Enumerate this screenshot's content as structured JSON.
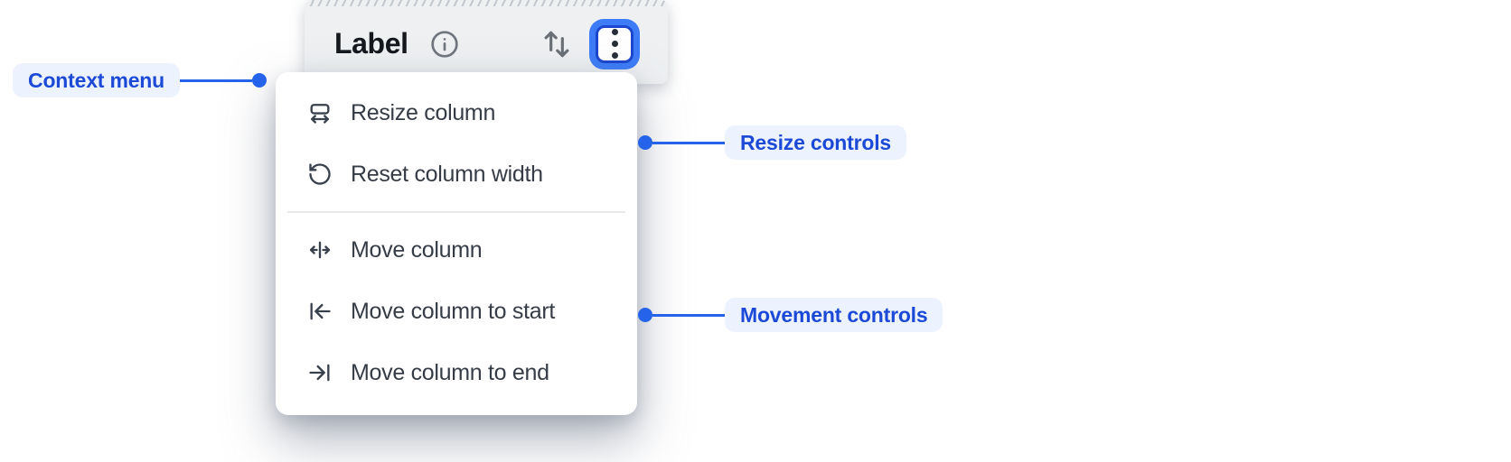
{
  "header": {
    "label": "Label",
    "info_icon": "info-circle",
    "sort_icon": "arrow-up-down",
    "menu_trigger_icon": "kebab-vertical-dots",
    "menu_trigger_state": "focused"
  },
  "menu": {
    "items": [
      {
        "icon": "resize-column-icon",
        "label": "Resize column"
      },
      {
        "icon": "rotate-ccw-icon",
        "label": "Reset column width"
      },
      {
        "icon": "move-horizontal-icon",
        "label": "Move column"
      },
      {
        "icon": "move-to-start-icon",
        "label": "Move column to start"
      },
      {
        "icon": "move-to-end-icon",
        "label": "Move column to end"
      }
    ],
    "divider_after_index": 1
  },
  "annotations": [
    {
      "label": "Context menu",
      "side": "left"
    },
    {
      "label": "Resize controls",
      "side": "right"
    },
    {
      "label": "Movement controls",
      "side": "right"
    }
  ],
  "colors": {
    "header_bg": "#eef0f2",
    "focus_ring_blue": "#3e7cf7",
    "focus_border_blue": "#1c46cf",
    "annotation_text_blue": "#1d49d7",
    "annotation_bg_blue": "#ecf2fe",
    "connector_blue": "#2563eb",
    "menu_text": "#353c46",
    "icon_gray": "#6a7076",
    "divider": "#e6e8eb"
  }
}
